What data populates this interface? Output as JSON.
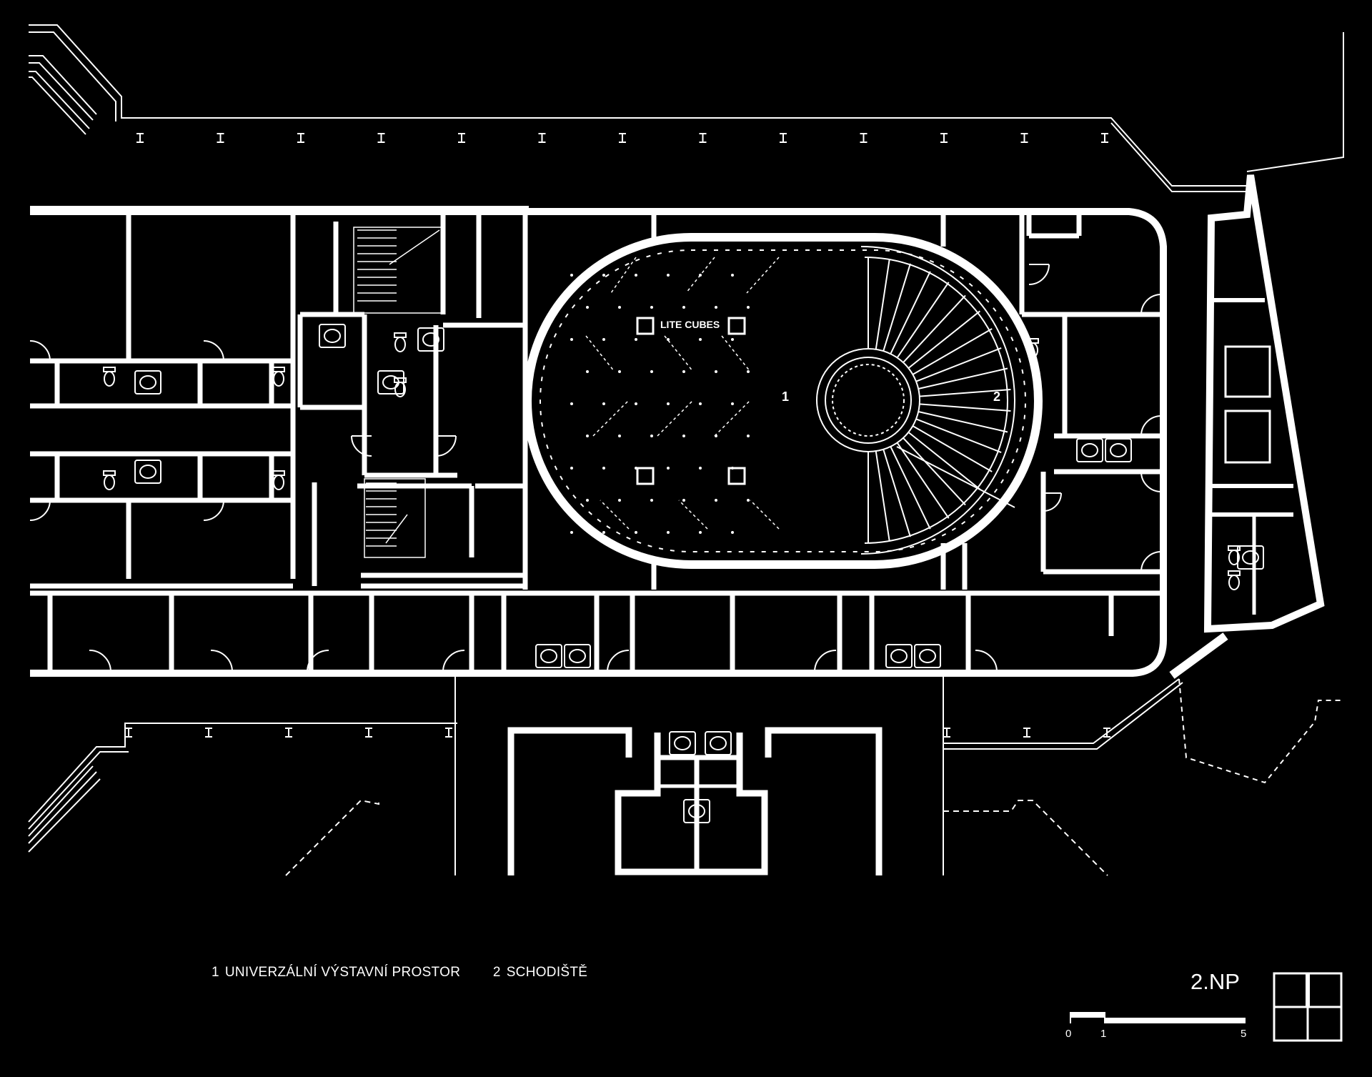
{
  "plan": {
    "legend": [
      {
        "num": "1",
        "text": "UNIVERZÁLNÍ VÝSTAVNÍ PROSTOR"
      },
      {
        "num": "2",
        "text": "SCHODIŠTĚ"
      }
    ],
    "floor_label": "2.NP",
    "room_labels": {
      "room1": "1",
      "room2": "2",
      "lite_cubes": "LITE CUBES"
    },
    "scale_ticks": [
      "0",
      "1",
      "5"
    ],
    "colors": {
      "background": "#000000",
      "lines": "#ffffff"
    },
    "icons": [
      "north-key-icon",
      "scale-bar-icon",
      "staircase-icon",
      "toilet-icon",
      "sink-icon",
      "door-swing-icon"
    ]
  }
}
